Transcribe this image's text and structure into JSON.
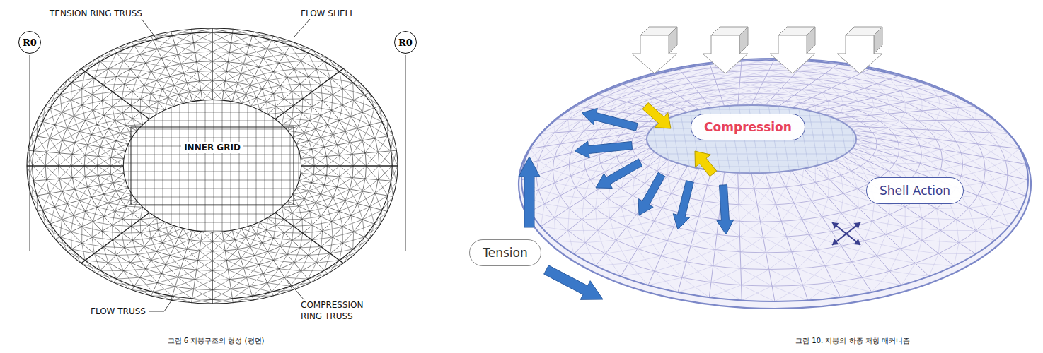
{
  "diagram": {
    "nodes": [
      {
        "text": [
          "R0"
        ]
      },
      {
        "text": [
          "R0"
        ]
      },
      {
        "text": [
          "Compression"
        ]
      },
      {
        "text": [
          "Shell Action"
        ]
      },
      {
        "text": [
          "Tension"
        ]
      }
    ],
    "labels": [
      "TENSION RING TRUSS",
      "FLOW SHELL",
      "INNER GRID",
      "FLOW TRUSS",
      "COMPRESSION RING TRUSS",
      "그림 6 지붕구조의 형성 (평면)",
      "그림 10. 지붕의 하중 저항 매커니즘"
    ]
  }
}
